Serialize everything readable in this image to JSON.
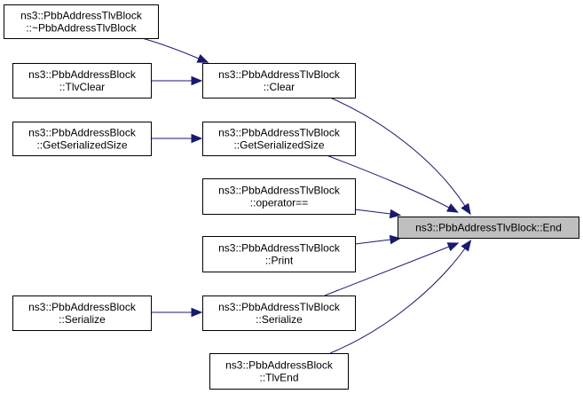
{
  "diagram": {
    "type": "call-graph",
    "edge_color": "#191970",
    "focus_fill": "#bfbfbf",
    "nodes": [
      {
        "id": "tlvblock_dtor",
        "lines": [
          "ns3::PbbAddressTlvBlock",
          "::~PbbAddressTlvBlock"
        ],
        "focus": false
      },
      {
        "id": "block_tlvclear",
        "lines": [
          "ns3::PbbAddressBlock",
          "::TlvClear"
        ],
        "focus": false
      },
      {
        "id": "block_getsersize",
        "lines": [
          "ns3::PbbAddressBlock",
          "::GetSerializedSize"
        ],
        "focus": false
      },
      {
        "id": "block_serialize",
        "lines": [
          "ns3::PbbAddressBlock",
          "::Serialize"
        ],
        "focus": false
      },
      {
        "id": "tlvblock_clear",
        "lines": [
          "ns3::PbbAddressTlvBlock",
          "::Clear"
        ],
        "focus": false
      },
      {
        "id": "tlvblock_getsersize",
        "lines": [
          "ns3::PbbAddressTlvBlock",
          "::GetSerializedSize"
        ],
        "focus": false
      },
      {
        "id": "tlvblock_opeq",
        "lines": [
          "ns3::PbbAddressTlvBlock",
          "::operator=="
        ],
        "focus": false
      },
      {
        "id": "tlvblock_print",
        "lines": [
          "ns3::PbbAddressTlvBlock",
          "::Print"
        ],
        "focus": false
      },
      {
        "id": "tlvblock_serialize",
        "lines": [
          "ns3::PbbAddressTlvBlock",
          "::Serialize"
        ],
        "focus": false
      },
      {
        "id": "block_tlvend",
        "lines": [
          "ns3::PbbAddressBlock",
          "::TlvEnd"
        ],
        "focus": false
      },
      {
        "id": "tlvblock_end",
        "lines": [
          "ns3::PbbAddressTlvBlock::End"
        ],
        "focus": true
      }
    ],
    "edges": [
      {
        "from": "tlvblock_dtor",
        "to": "tlvblock_clear"
      },
      {
        "from": "block_tlvclear",
        "to": "tlvblock_clear"
      },
      {
        "from": "block_getsersize",
        "to": "tlvblock_getsersize"
      },
      {
        "from": "block_serialize",
        "to": "tlvblock_serialize"
      },
      {
        "from": "tlvblock_clear",
        "to": "tlvblock_end"
      },
      {
        "from": "tlvblock_getsersize",
        "to": "tlvblock_end"
      },
      {
        "from": "tlvblock_opeq",
        "to": "tlvblock_end"
      },
      {
        "from": "tlvblock_print",
        "to": "tlvblock_end"
      },
      {
        "from": "tlvblock_serialize",
        "to": "tlvblock_end"
      },
      {
        "from": "block_tlvend",
        "to": "tlvblock_end"
      }
    ]
  }
}
